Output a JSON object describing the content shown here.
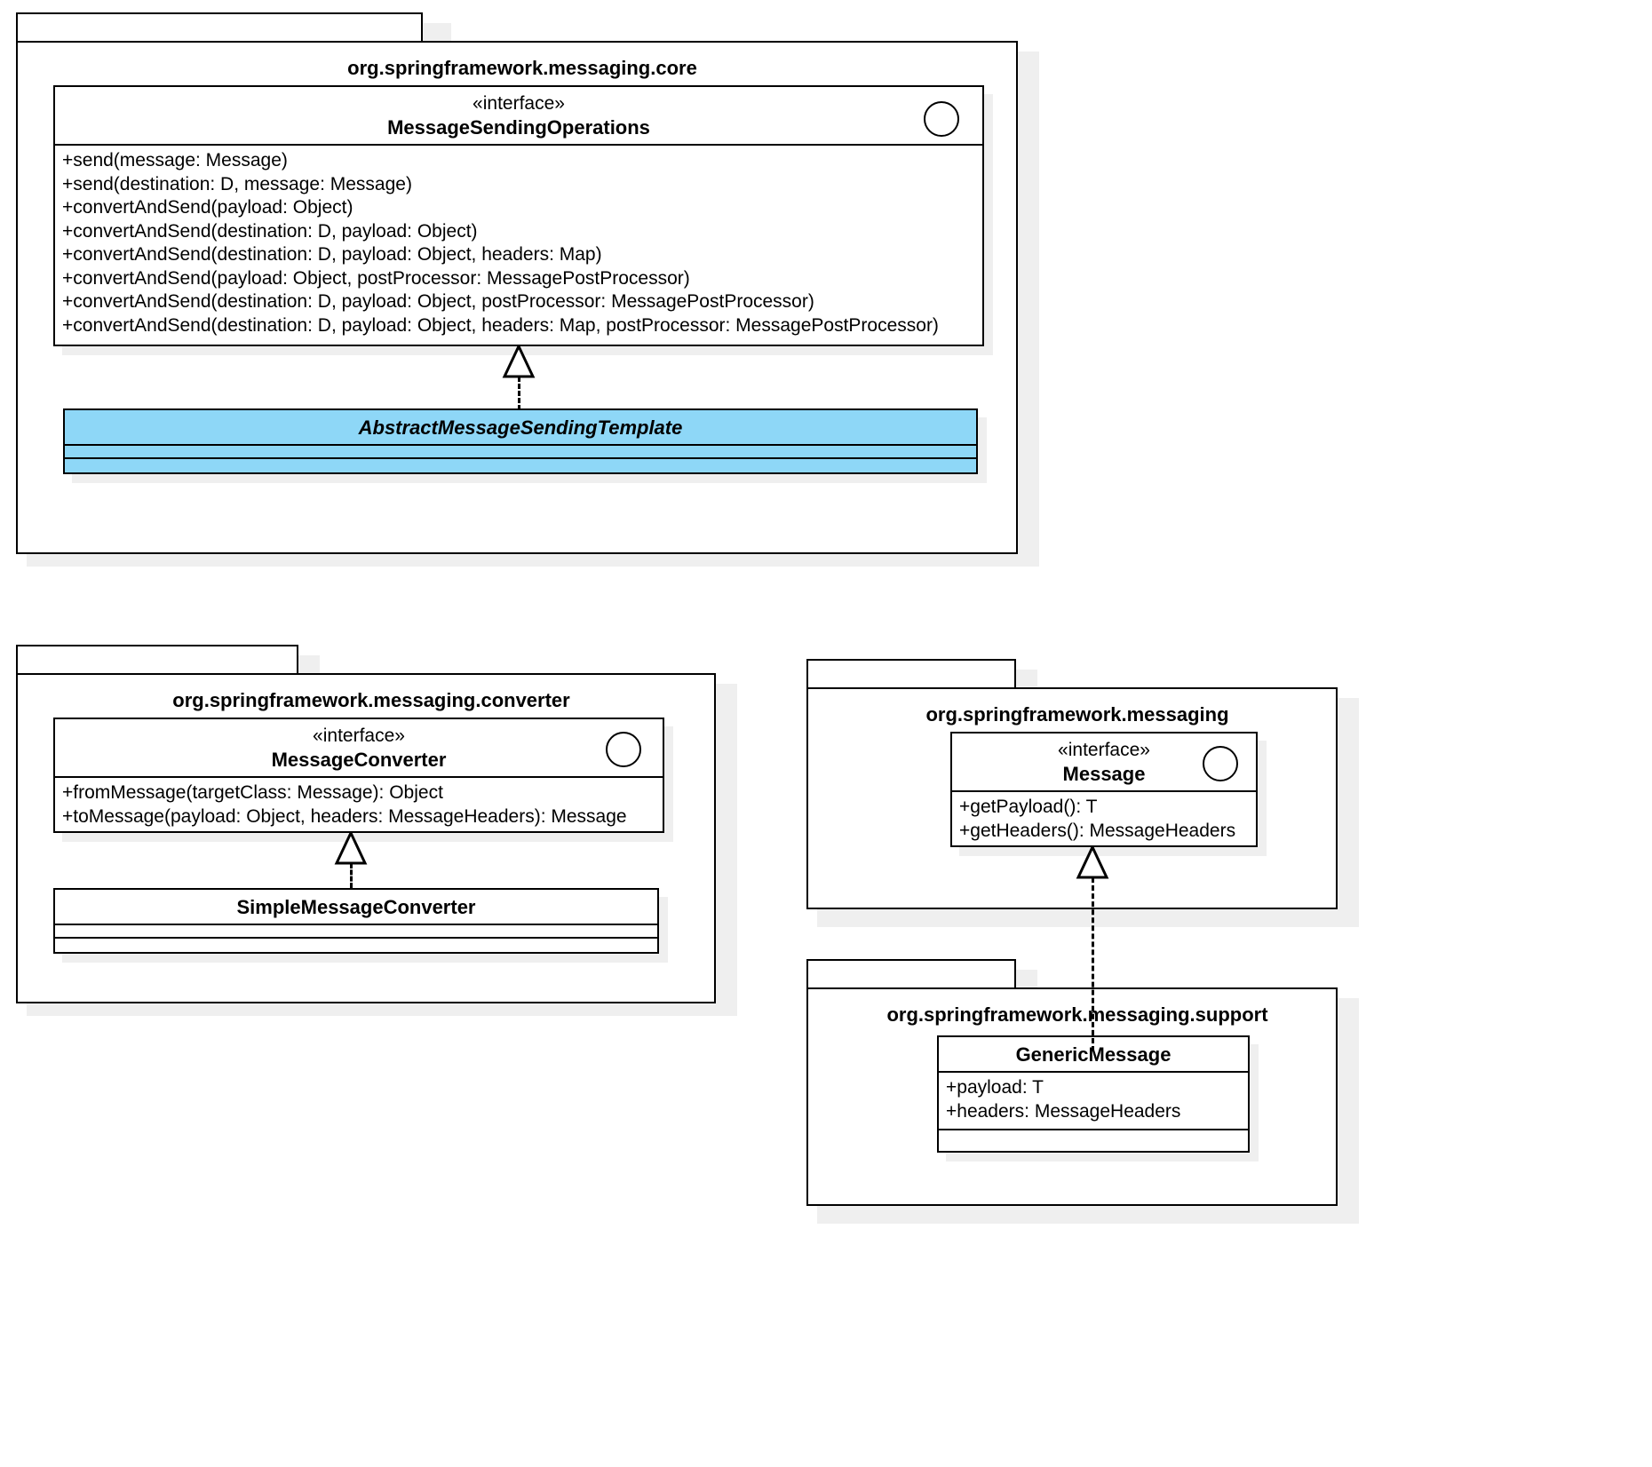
{
  "diagram": {
    "type": "uml-class-diagram",
    "accent_color": "#8ed7f7",
    "background_color": "#ffffff",
    "shadow_color": "#efefef",
    "line_color": "#000000"
  },
  "packages": [
    {
      "id": "core",
      "name": "org.springframework.messaging.core",
      "classifiers": [
        {
          "id": "message-sending-operations",
          "stereotype": "«interface»",
          "name": "MessageSendingOperations",
          "kind": "interface",
          "has_interface_circle": true,
          "members": [
            "+send(message: Message)",
            "+send(destination: D, message: Message)",
            "+convertAndSend(payload: Object)",
            "+convertAndSend(destination: D, payload: Object)",
            "+convertAndSend(destination: D, payload: Object, headers: Map)",
            "+convertAndSend(payload: Object, postProcessor: MessagePostProcessor)",
            "+convertAndSend(destination: D, payload: Object, postProcessor: MessagePostProcessor)",
            "+convertAndSend(destination: D, payload: Object, headers: Map, postProcessor: MessagePostProcessor)"
          ]
        },
        {
          "id": "abstract-message-sending-template",
          "stereotype": "",
          "name": "AbstractMessageSendingTemplate",
          "kind": "abstract-class",
          "highlighted": true,
          "has_interface_circle": false,
          "members": []
        }
      ],
      "relations": [
        {
          "from": "abstract-message-sending-template",
          "to": "message-sending-operations",
          "kind": "realization"
        }
      ]
    },
    {
      "id": "converter",
      "name": "org.springframework.messaging.converter",
      "classifiers": [
        {
          "id": "message-converter",
          "stereotype": "«interface»",
          "name": "MessageConverter",
          "kind": "interface",
          "has_interface_circle": true,
          "members": [
            "+fromMessage(targetClass: Message): Object",
            "+toMessage(payload: Object, headers: MessageHeaders): Message"
          ]
        },
        {
          "id": "simple-message-converter",
          "stereotype": "",
          "name": "SimpleMessageConverter",
          "kind": "class",
          "has_interface_circle": false,
          "members": []
        }
      ],
      "relations": [
        {
          "from": "simple-message-converter",
          "to": "message-converter",
          "kind": "realization"
        }
      ]
    },
    {
      "id": "messaging",
      "name": "org.springframework.messaging",
      "classifiers": [
        {
          "id": "message",
          "stereotype": "«interface»",
          "name": "Message",
          "kind": "interface",
          "has_interface_circle": true,
          "members": [
            "+getPayload(): T",
            "+getHeaders(): MessageHeaders"
          ]
        }
      ],
      "relations": []
    },
    {
      "id": "support",
      "name": "org.springframework.messaging.support",
      "classifiers": [
        {
          "id": "generic-message",
          "stereotype": "",
          "name": "GenericMessage",
          "kind": "class",
          "has_interface_circle": false,
          "members": [
            "+payload: T",
            "+headers: MessageHeaders"
          ]
        }
      ],
      "relations": [
        {
          "from": "generic-message",
          "to": "message",
          "kind": "realization"
        }
      ]
    }
  ]
}
